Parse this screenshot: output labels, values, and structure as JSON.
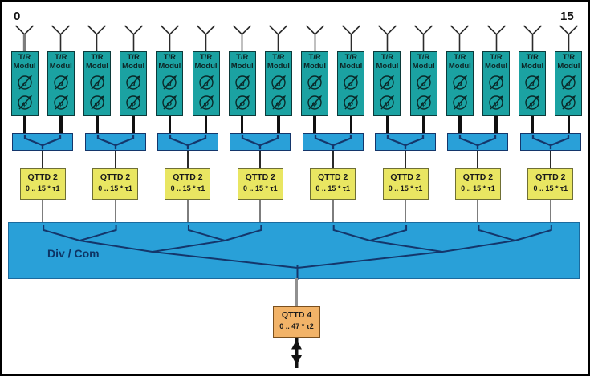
{
  "labels": {
    "first_element": "0",
    "last_element": "15"
  },
  "tr_module": {
    "line1": "T/R",
    "line2": "Modul",
    "attenuator_symbol": "a",
    "phase_symbol": "φ"
  },
  "qttd2": {
    "name": "QTTD 2",
    "range": "0 .. 15 * τ1"
  },
  "div_com": {
    "label": "Div / Com"
  },
  "qttd4": {
    "name": "QTTD 4",
    "range": "0 .. 47 * τ2"
  },
  "structure": {
    "antenna_count": 16,
    "tr_module_count": 16,
    "combiner_count": 8,
    "qttd2_count": 8
  },
  "colors": {
    "tr_fill": "#1BA2A2",
    "blue_fill": "#29A0D8",
    "qttd2_fill": "#E9E662",
    "qttd4_fill": "#F2B368",
    "line_navy": "#14366B"
  }
}
